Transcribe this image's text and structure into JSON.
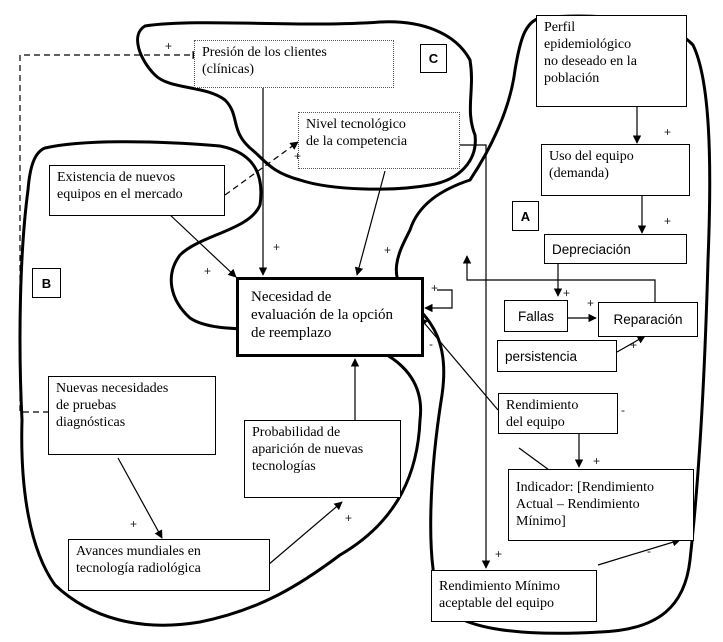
{
  "nodes": {
    "presion": "Presión de los clientes\n(clínicas)",
    "nivel": "Nivel tecnológico\nde la competencia",
    "existencia": "Existencia de nuevos\nequipos en el mercado",
    "necesidad": "Necesidad de\nevaluación de la opción\nde reemplazo",
    "nuevas_necesidades": "Nuevas necesidades\nde pruebas\ndiagnósticas",
    "probabilidad": "Probabilidad de\naparición de nuevas\ntecnologías",
    "avances": "Avances mundiales en\ntecnología radiológica",
    "perfil": "Perfil\nepidemiológico\nno deseado en la\npoblación",
    "uso": "Uso del equipo\n(demanda)",
    "depreciacion": "Depreciación",
    "fallas": "Fallas",
    "reparacion": "Reparación",
    "persistencia": "persistencia",
    "rendimiento": "Rendimiento\ndel equipo",
    "indicador": "Indicador: [Rendimiento\nActual – Rendimiento\nMínimo]",
    "rendimiento_minimo": "Rendimiento Mínimo\naceptable del equipo"
  },
  "regions": {
    "a": "A",
    "b": "B",
    "c": "C"
  },
  "polarity": {
    "plus": "+",
    "minus": "-"
  }
}
